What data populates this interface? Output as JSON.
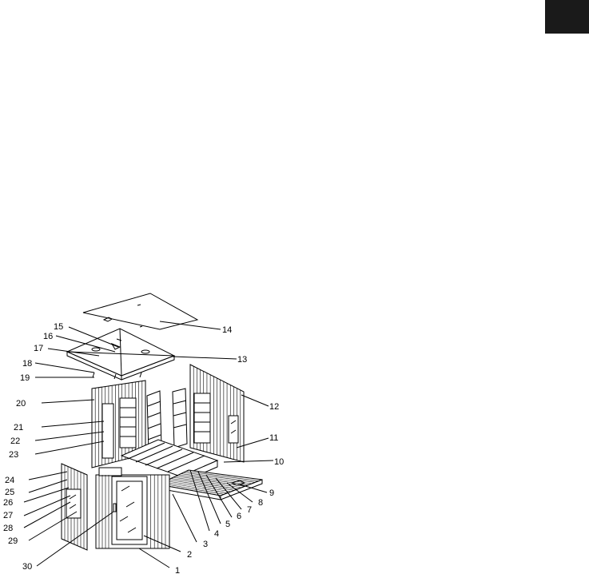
{
  "page": {
    "corner_tab_color": "#1a1a1a"
  },
  "diagram": {
    "callouts": [
      "1",
      "2",
      "3",
      "4",
      "5",
      "6",
      "7",
      "8",
      "9",
      "10",
      "11",
      "12",
      "13",
      "14",
      "15",
      "16",
      "17",
      "18",
      "19",
      "20",
      "21",
      "22",
      "23",
      "24",
      "25",
      "26",
      "27",
      "28",
      "29",
      "30"
    ]
  }
}
